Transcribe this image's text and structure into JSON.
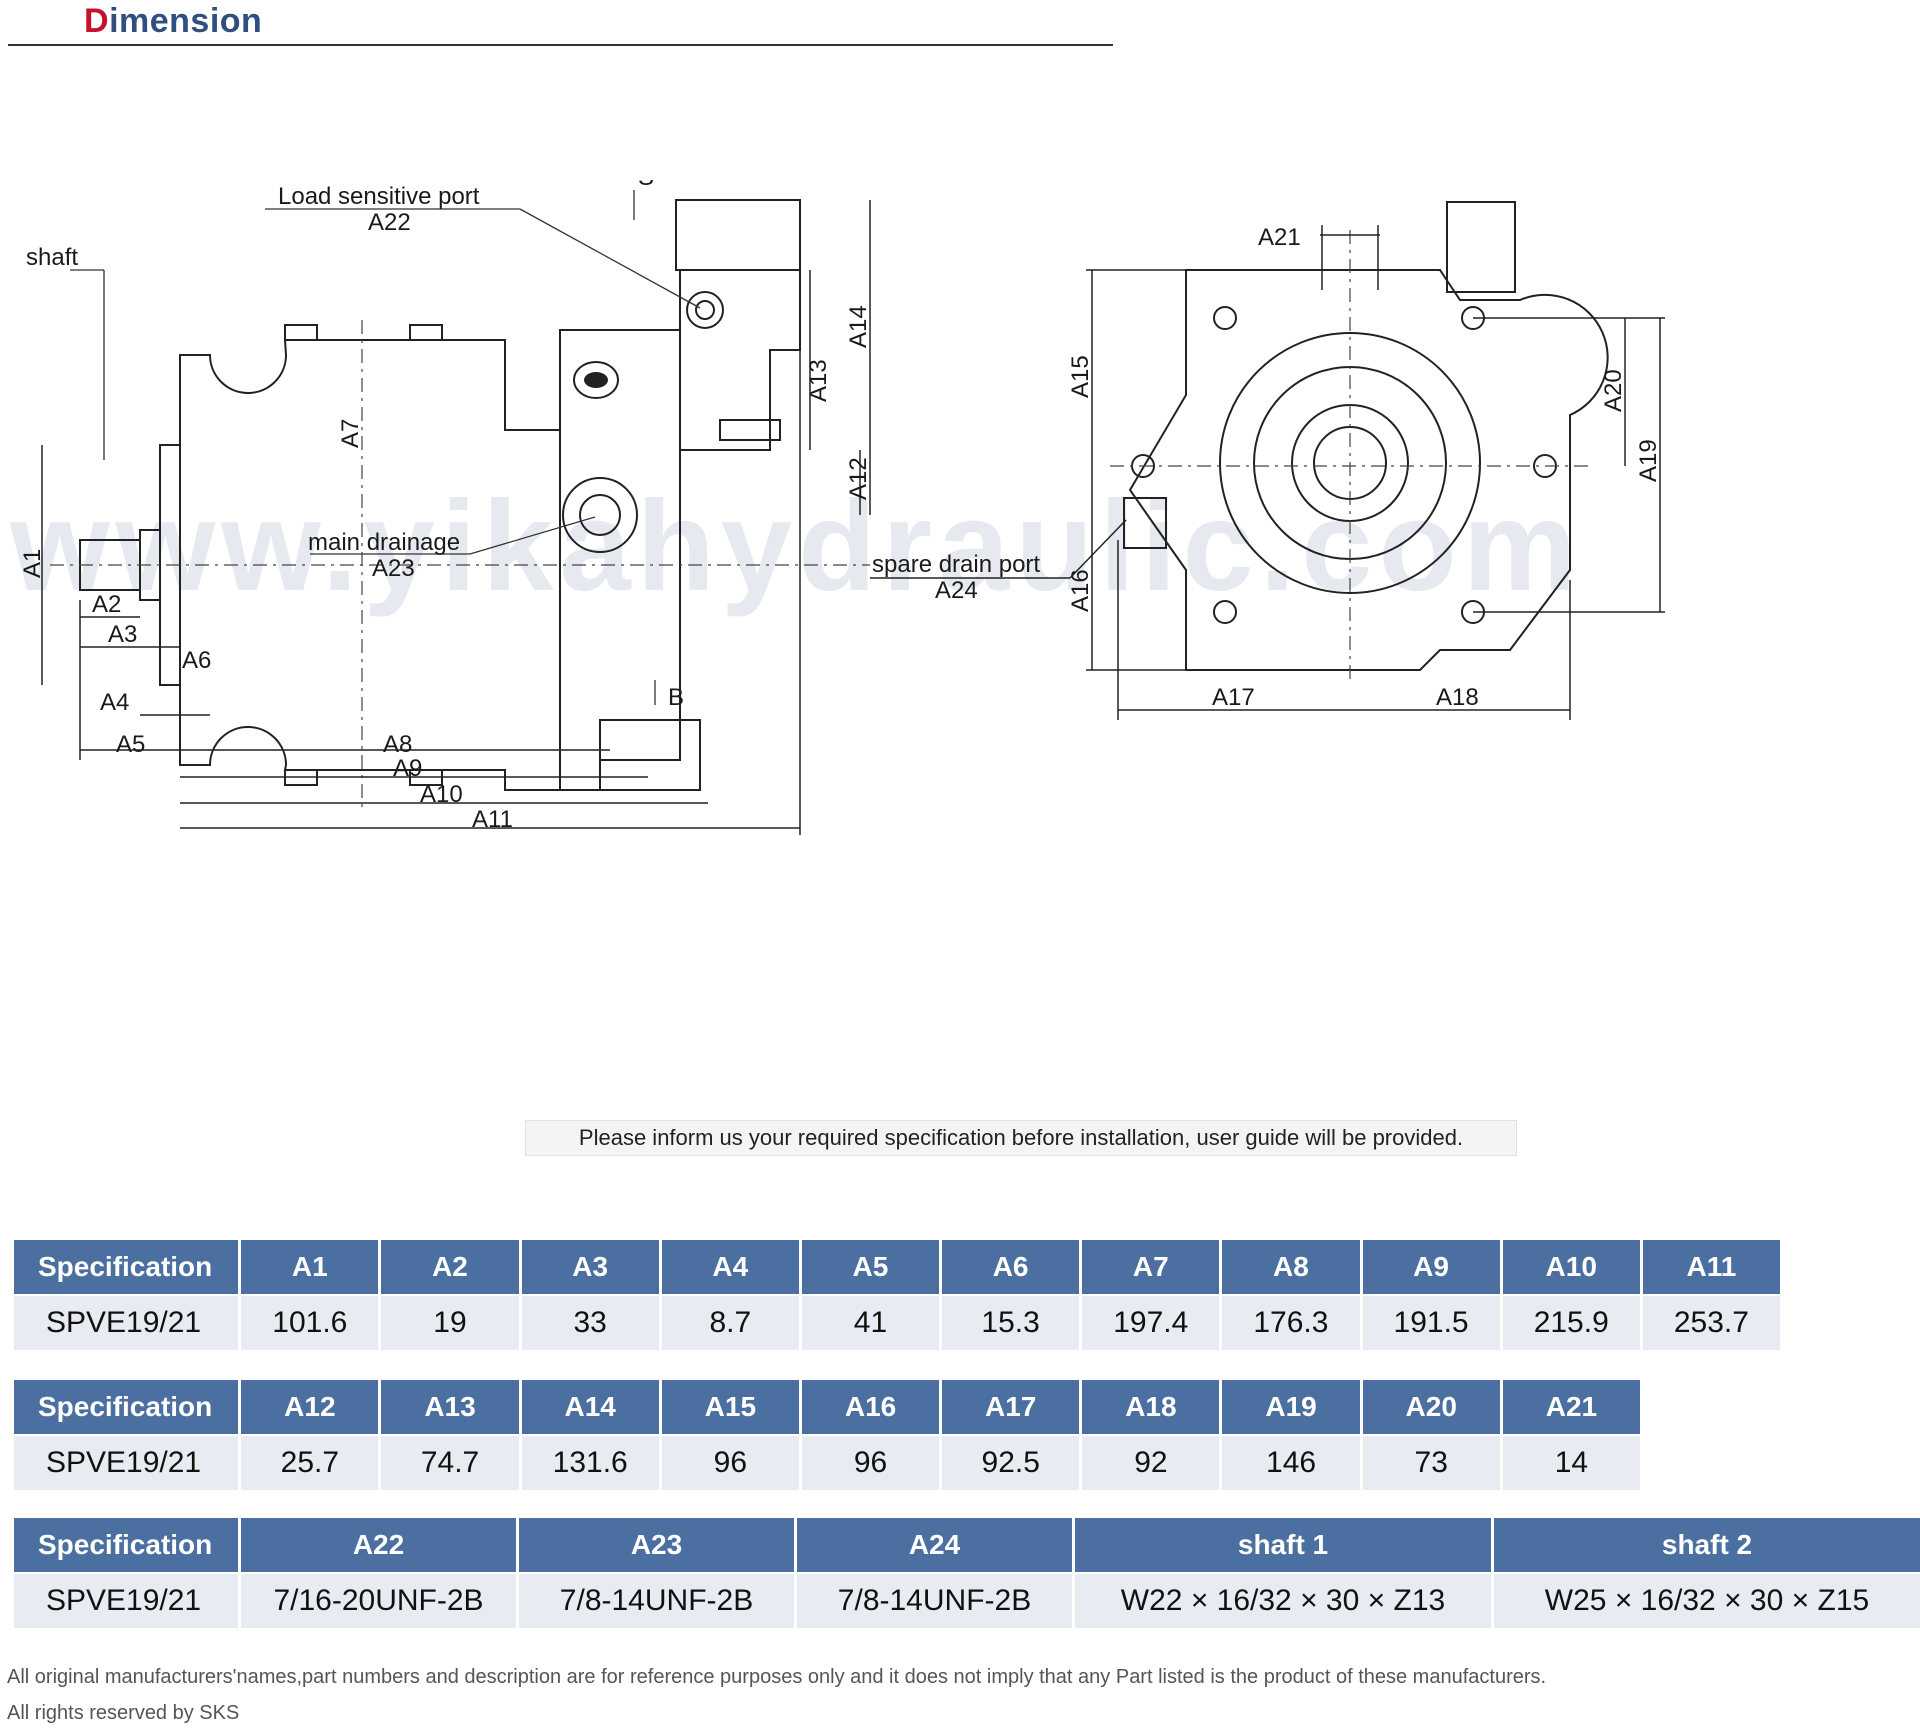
{
  "header": {
    "title_first_letter": "D",
    "title_rest": "imension"
  },
  "drawing": {
    "labels": {
      "shaft": "shaft",
      "load_port": "Load sensitive port",
      "a22": "A22",
      "s": "S",
      "b": "B",
      "main_drainage": "main drainage",
      "a23": "A23",
      "spare_drain": "spare drain port",
      "a24": "A24",
      "a1": "A1",
      "a2": "A2",
      "a3": "A3",
      "a4": "A4",
      "a5": "A5",
      "a6": "A6",
      "a7": "A7",
      "a8": "A8",
      "a9": "A9",
      "a10": "A10",
      "a11": "A11",
      "a12": "A12",
      "a13": "A13",
      "a14": "A14",
      "a15": "A15",
      "a16": "A16",
      "a17": "A17",
      "a18": "A18",
      "a19": "A19",
      "a20": "A20",
      "a21": "A21"
    },
    "watermark": "www.yikahydraulic.com"
  },
  "note": "Please inform us your required specification before installation, user guide will be provided.",
  "tables": {
    "t1": {
      "headers": [
        "Specification",
        "A1",
        "A2",
        "A3",
        "A4",
        "A5",
        "A6",
        "A7",
        "A8",
        "A9",
        "A10",
        "A11"
      ],
      "row": [
        "SPVE19/21",
        "101.6",
        "19",
        "33",
        "8.7",
        "41",
        "15.3",
        "197.4",
        "176.3",
        "191.5",
        "215.9",
        "253.7"
      ]
    },
    "t2": {
      "headers": [
        "Specification",
        "A12",
        "A13",
        "A14",
        "A15",
        "A16",
        "A17",
        "A18",
        "A19",
        "A20",
        "A21"
      ],
      "row": [
        "SPVE19/21",
        "25.7",
        "74.7",
        "131.6",
        "96",
        "96",
        "92.5",
        "92",
        "146",
        "73",
        "14"
      ]
    },
    "t3": {
      "headers": [
        "Specification",
        "A22",
        "A23",
        "A24",
        "shaft 1",
        "shaft 2"
      ],
      "row": [
        "SPVE19/21",
        "7/16-20UNF-2B",
        "7/8-14UNF-2B",
        "7/8-14UNF-2B",
        "W22 × 16/32 × 30 × Z13",
        "W25 × 16/32 × 30 × Z15"
      ]
    }
  },
  "footer": {
    "disclaimer": "All original manufacturers'names,part numbers and description are for reference purposes only and it does not imply that any Part listed is the product of these manufacturers.",
    "rights": "All rights reserved by SKS"
  }
}
